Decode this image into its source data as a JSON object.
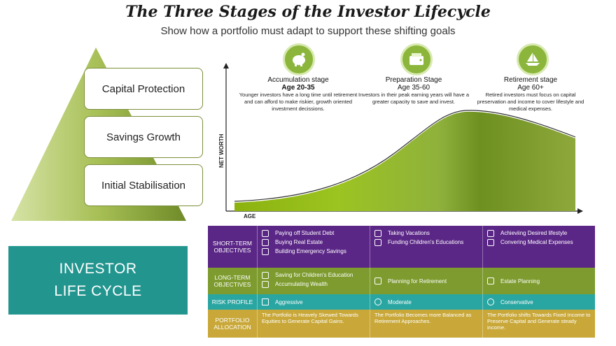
{
  "title": "The Three Stages of the Investor Lifecycle",
  "subtitle": "Show how a portfolio must adapt to support these shifting goals",
  "pyramid": {
    "levels": [
      "Capital Protection",
      "Savings Growth",
      "Initial Stabilisation"
    ]
  },
  "banner": {
    "line1": "INVESTOR",
    "line2": "LIFE CYCLE"
  },
  "curve": {
    "y_label": "NET WORTH",
    "x_label": "AGE"
  },
  "stages": [
    {
      "name": "Accumulation stage",
      "age": "Age 20-35",
      "icon": "piggy-bank-icon",
      "desc": "Younger investors have a long time until retirement and can afford to make riskier, growth oriented investment decissions."
    },
    {
      "name": "Preparation Stage",
      "age": "Age 35-60",
      "icon": "wallet-icon",
      "desc": "Investors in their peak earning years will have a greater capacity to save and invest."
    },
    {
      "name": "Retirement stage",
      "age": "Age 60+",
      "icon": "sailboat-icon",
      "desc": "Retired investors must focus on capital preservation and income to cover lifestyle and medical expenses."
    }
  ],
  "table": {
    "short_term": {
      "head": "SHORT-TERM OBJECTIVES",
      "cols": [
        [
          "Paying off Student Debt",
          "Buying Real Estate",
          "Building Emergency Savings"
        ],
        [
          "Taking Vacations",
          "Funding Children's Educations"
        ],
        [
          "Achieviing Desired lifestyle",
          "Convering Medical Expenses"
        ]
      ]
    },
    "long_term": {
      "head": "LONG-TERM OBJECTIVES",
      "cols": [
        [
          "Saving for Children's Education",
          "Accumulating Wealth"
        ],
        [
          "Planning for Retirement"
        ],
        [
          "Estate Planning"
        ]
      ]
    },
    "risk": {
      "head": "RISK PROFILE",
      "cols": [
        "Aggressive",
        "Moderate",
        "Conservative"
      ]
    },
    "allocation": {
      "head": "PORTFOLIO ALLOCATION",
      "cols": [
        "The Portfolio is Heavely Skewed Towards Equities to Generate Capital Gains.",
        "The Portfolio Becomes more Balanced as Retirement Approaches.",
        "The Portfolio shifts Towards Fixed Income to Preserve Capital and Generate steady income."
      ]
    }
  },
  "colors": {
    "green": "#8bb63b",
    "purple": "#5b2787",
    "olive": "#7d9b2e",
    "teal": "#2aa6a2",
    "gold": "#c9a839",
    "banner": "#23958f"
  }
}
